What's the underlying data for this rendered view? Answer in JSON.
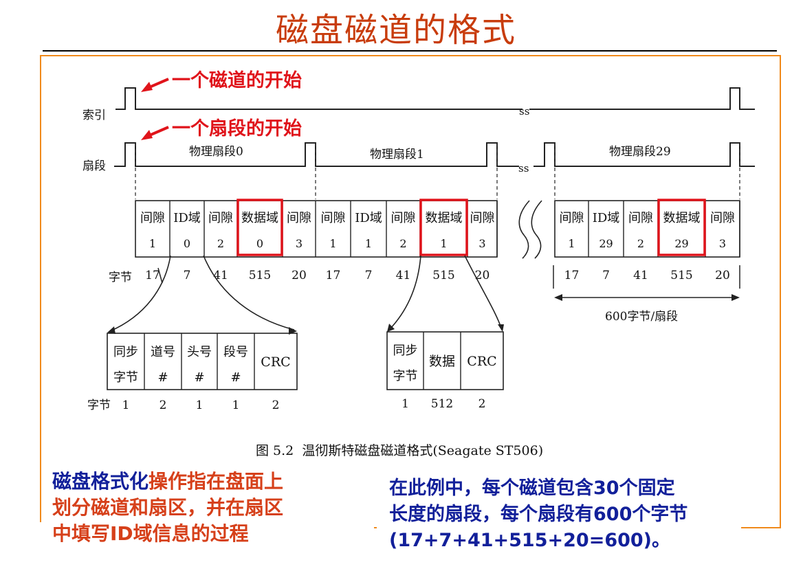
{
  "title": "磁盘磁道的格式",
  "callouts": {
    "track_start": "一个磁道的开始",
    "sector_start": "一个扇段的开始"
  },
  "signals": {
    "index_label": "索引",
    "sector_label": "扇段",
    "break_mark": "ss"
  },
  "sectors": {
    "sector0": "物理扇段0",
    "sector1": "物理扇段1",
    "sector29": "物理扇段29"
  },
  "fields_row": [
    {
      "name": "间隙",
      "num": "1",
      "bytes": "17"
    },
    {
      "name": "ID域",
      "num": "0",
      "bytes": "7"
    },
    {
      "name": "间隙",
      "num": "2",
      "bytes": "41"
    },
    {
      "name": "数据域",
      "num": "0",
      "bytes": "515",
      "highlight": true
    },
    {
      "name": "间隙",
      "num": "3",
      "bytes": "20"
    },
    {
      "name": "间隙",
      "num": "1",
      "bytes": "17"
    },
    {
      "name": "ID域",
      "num": "1",
      "bytes": "7"
    },
    {
      "name": "间隙",
      "num": "2",
      "bytes": "41"
    },
    {
      "name": "数据域",
      "num": "1",
      "bytes": "515",
      "highlight": true
    },
    {
      "name": "间隙",
      "num": "3",
      "bytes": "20"
    },
    {
      "name": "间隙",
      "num": "1",
      "bytes": "17"
    },
    {
      "name": "ID域",
      "num": "29",
      "bytes": "7"
    },
    {
      "name": "间隙",
      "num": "2",
      "bytes": "41"
    },
    {
      "name": "数据域",
      "num": "29",
      "bytes": "515",
      "highlight": true
    },
    {
      "name": "间隙",
      "num": "3",
      "bytes": "20"
    }
  ],
  "bytes_label": "字节",
  "sector_size_label": "600字节/扇段",
  "id_field_detail": [
    {
      "line1": "同步",
      "line2": "字节",
      "bytes": "1"
    },
    {
      "line1": "道号",
      "line2": "#",
      "bytes": "2"
    },
    {
      "line1": "头号",
      "line2": "#",
      "bytes": "1"
    },
    {
      "line1": "段号",
      "line2": "#",
      "bytes": "1"
    },
    {
      "line1": "CRC",
      "line2": "",
      "bytes": "2"
    }
  ],
  "data_field_detail": [
    {
      "line1": "同步",
      "line2": "字节",
      "bytes": "1"
    },
    {
      "line1": "数据",
      "line2": "",
      "bytes": "512"
    },
    {
      "line1": "CRC",
      "line2": "",
      "bytes": "2"
    }
  ],
  "caption": "图 5.2  温彻斯特磁盘磁道格式(Seagate ST506)",
  "note_left": {
    "highlight": "磁盘格式化",
    "rest_line1": "操作指在盘面上",
    "line2": "划分磁道和扇区，并在扇区",
    "line3": "中填写ID域信息的过程"
  },
  "note_right": {
    "line1": "在此例中，每个磁道包含30个固定",
    "line2": "长度的扇段，每个扇段有600个字节",
    "line3": "(17+7+41+515+20=600)。"
  },
  "colors": {
    "title": "#c83c0c",
    "frame": "#f0891a",
    "highlight_box": "#e0141b",
    "note_blue": "#12209a",
    "note_red": "#d6401a"
  }
}
